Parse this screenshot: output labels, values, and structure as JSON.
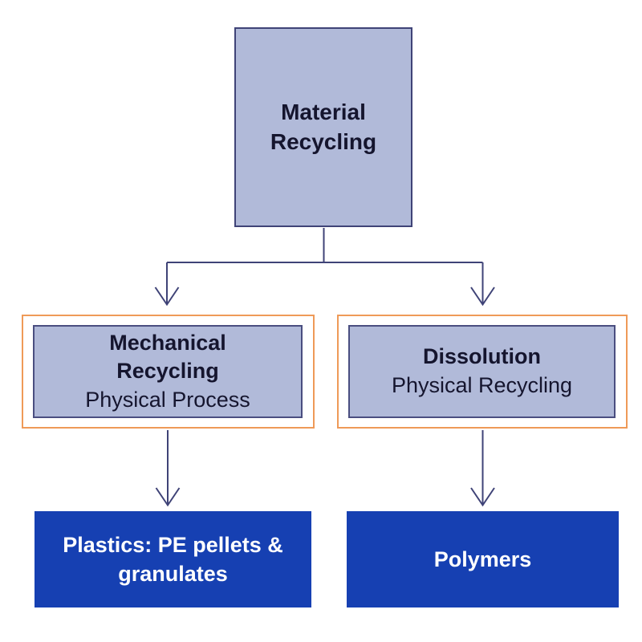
{
  "diagram": {
    "type": "flowchart",
    "colors": {
      "node_fill_light": "#b1bad9",
      "node_border": "#3f4377",
      "highlight_border": "#ef9a58",
      "node_fill_dark": "#1640b2",
      "text_dark": "#15152e",
      "text_light": "#ffffff",
      "connector": "#3f4377"
    },
    "nodes": {
      "material_recycling": {
        "title": "Material\nRecycling"
      },
      "mechanical_recycling": {
        "title": "Mechanical\nRecycling",
        "subtitle": "Physical Process"
      },
      "dissolution": {
        "title": "Dissolution",
        "subtitle": "Physical Recycling"
      },
      "plastics": {
        "label": "Plastics: PE pellets &\ngranulates"
      },
      "polymers": {
        "label": "Polymers"
      }
    },
    "edges": [
      {
        "from": "material_recycling",
        "to": "mechanical_recycling"
      },
      {
        "from": "material_recycling",
        "to": "dissolution"
      },
      {
        "from": "mechanical_recycling",
        "to": "plastics"
      },
      {
        "from": "dissolution",
        "to": "polymers"
      }
    ]
  }
}
